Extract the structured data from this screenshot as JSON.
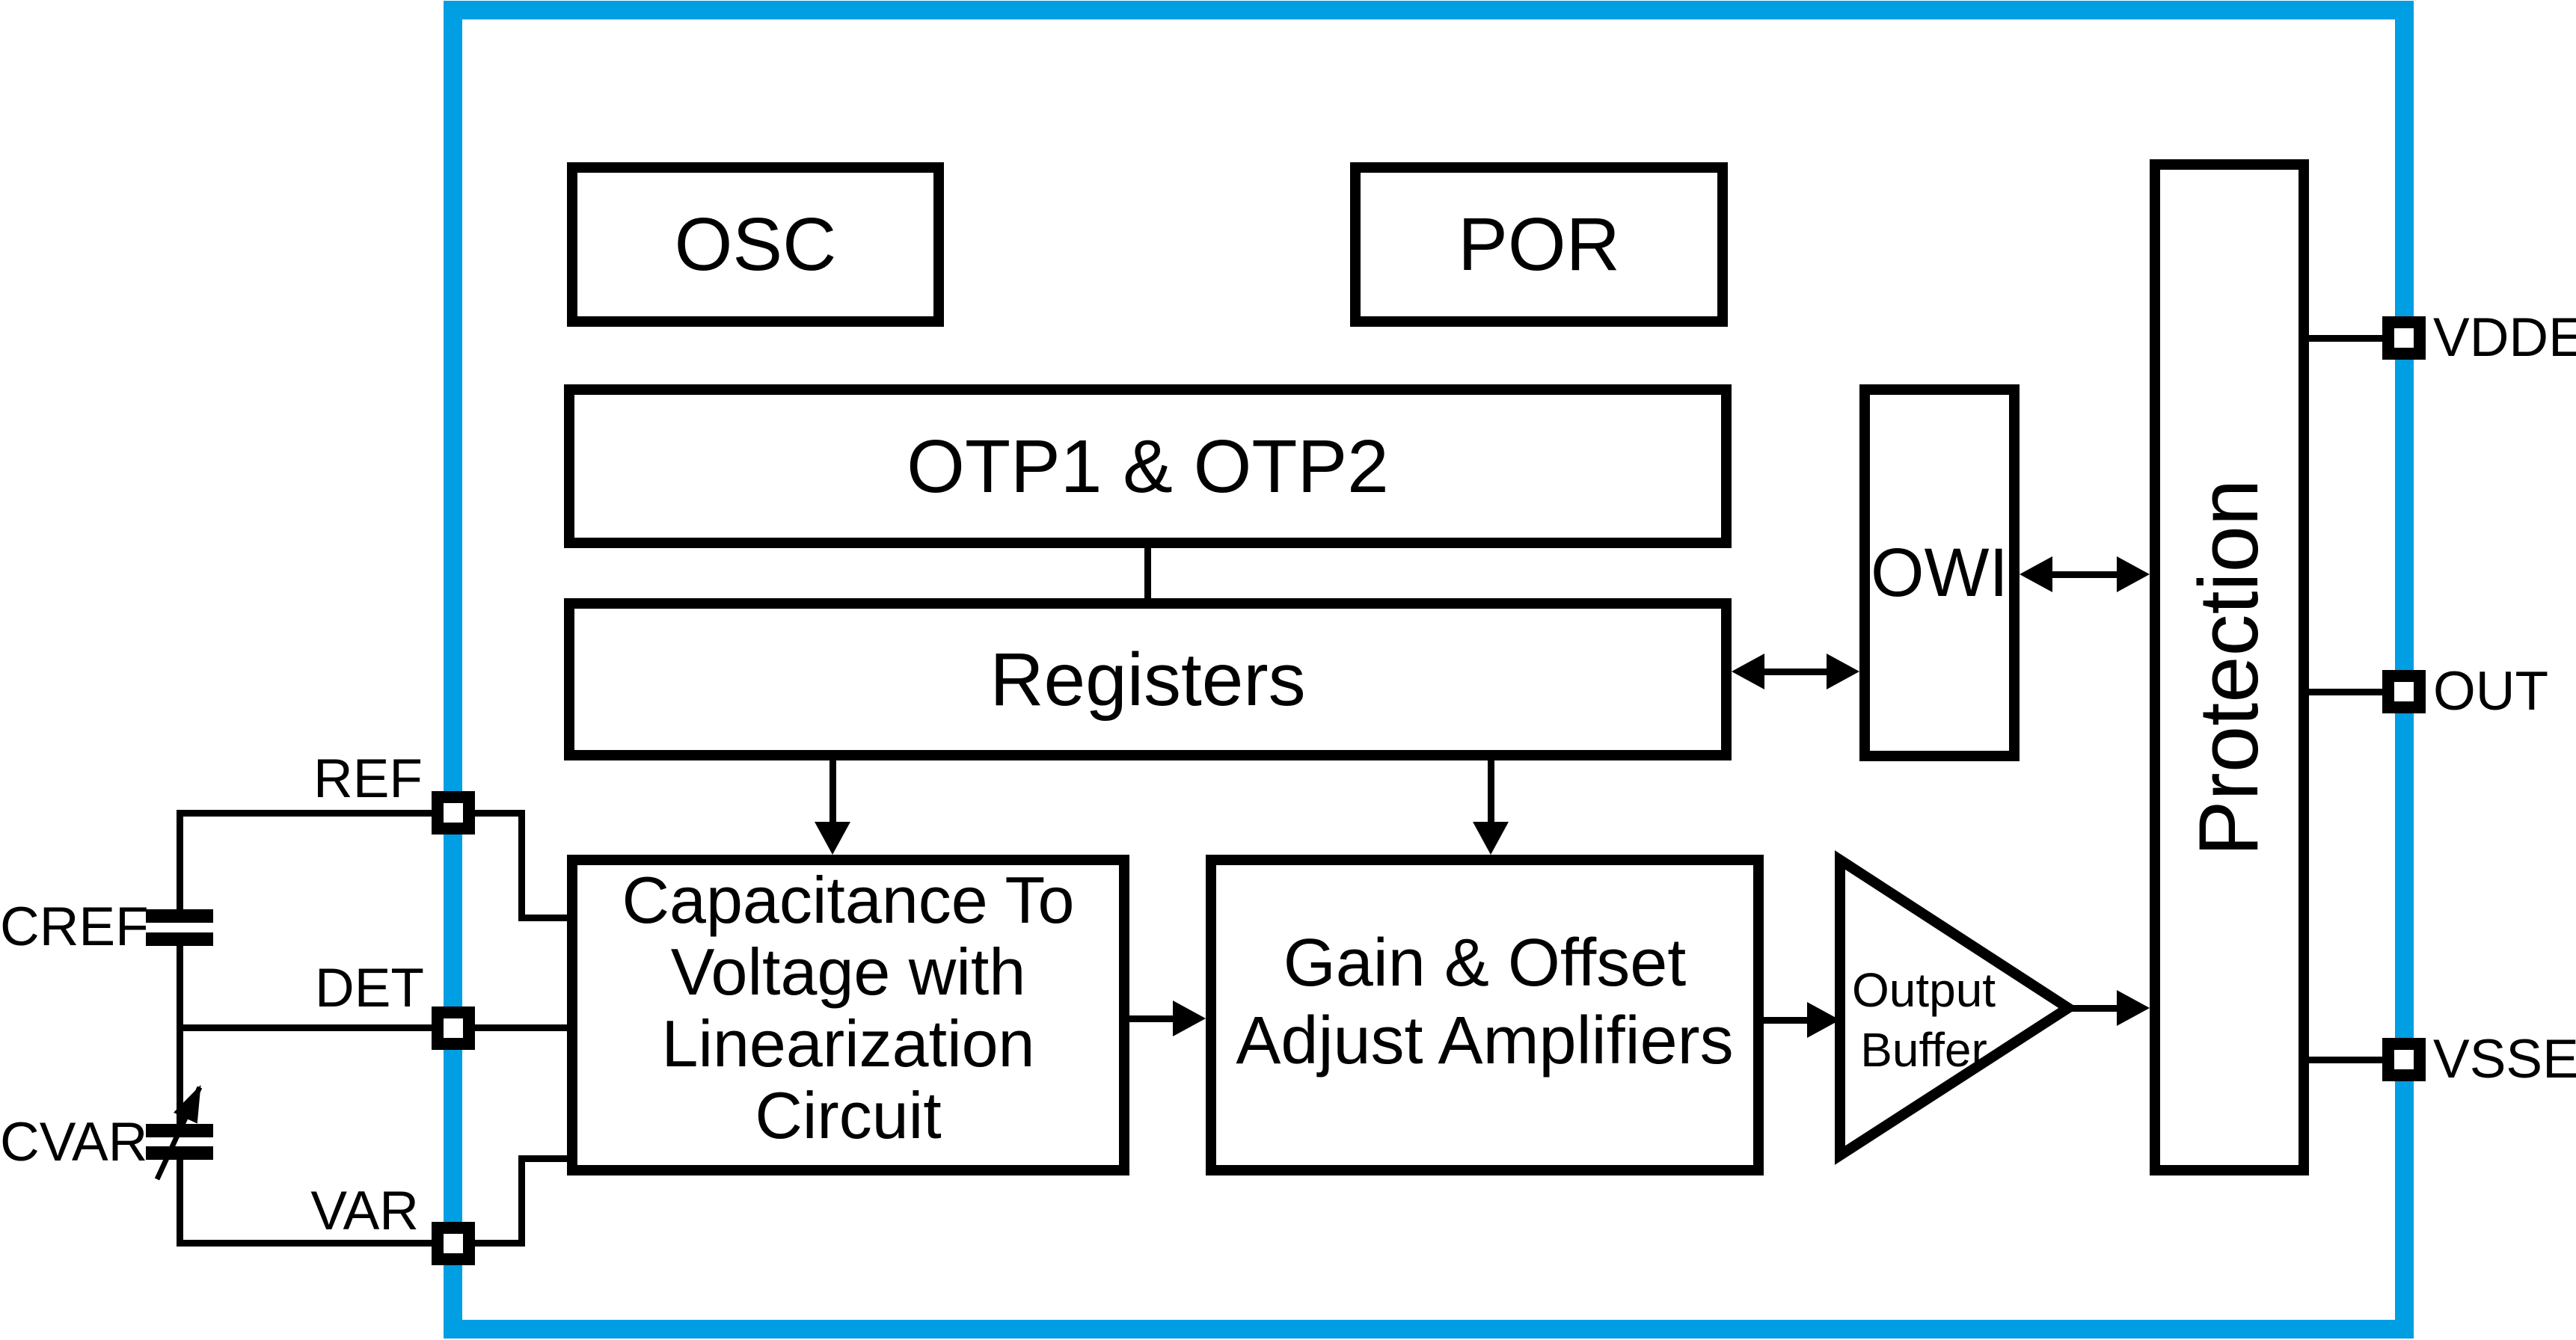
{
  "blocks": {
    "osc": "OSC",
    "por": "POR",
    "otp": "OTP1 & OTP2",
    "registers": "Registers",
    "owi": "OWI",
    "protection": "Protection",
    "c2v": {
      "line1": "Capacitance To",
      "line2": "Voltage with",
      "line3": "Linearization Circuit"
    },
    "gain": {
      "line1": "Gain & Offset",
      "line2": "Adjust Amplifiers"
    },
    "output_buffer": {
      "line1": "Output",
      "line2": "Buffer"
    }
  },
  "pins": {
    "right": {
      "vdde": "VDDE",
      "out": "OUT",
      "vsse": "VSSE"
    },
    "left": {
      "ref": "REF",
      "det": "DET",
      "var": "VAR"
    }
  },
  "external_components": {
    "cref": "CREF",
    "cvar": "CVAR"
  },
  "colors": {
    "chip_border": "#009EE2",
    "line": "#000000",
    "background": "#FFFFFF"
  }
}
